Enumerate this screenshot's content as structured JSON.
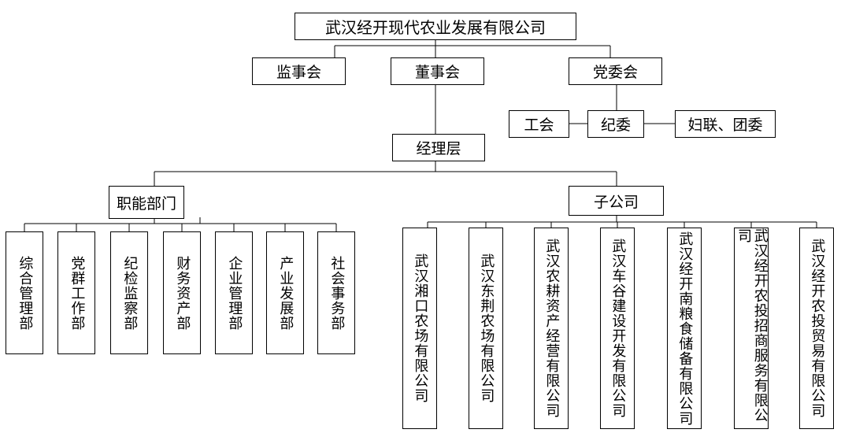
{
  "company": "武汉经开现代农业发展有限公司",
  "supervisory_board": "监事会",
  "board_of_directors": "董事会",
  "party_committee": "党委会",
  "party_groups": {
    "union": "工会",
    "discipline_committee": "纪委",
    "women_youth": "妇联、团委"
  },
  "management": "经理层",
  "functional_group": {
    "title": "职能部门",
    "departments": [
      "综合管理部",
      "党群工作部",
      "纪检监察部",
      "财务资产部",
      "企业管理部",
      "产业发展部",
      "社会事务部"
    ]
  },
  "subsidiary_group": {
    "title": "子公司",
    "companies": [
      "武汉湘口农场有限公司",
      "武汉东荆农场有限公司",
      "武汉农耕资产经营有限公司",
      "武汉车谷建设开发有限公司",
      "武汉经开南粮食储备有限公司",
      "武汉经开农投招商服务有限公司",
      "武汉经开农投贸易有限公司"
    ]
  },
  "colors": {
    "line": "#000000",
    "box_border": "#000000",
    "background": "#ffffff"
  }
}
